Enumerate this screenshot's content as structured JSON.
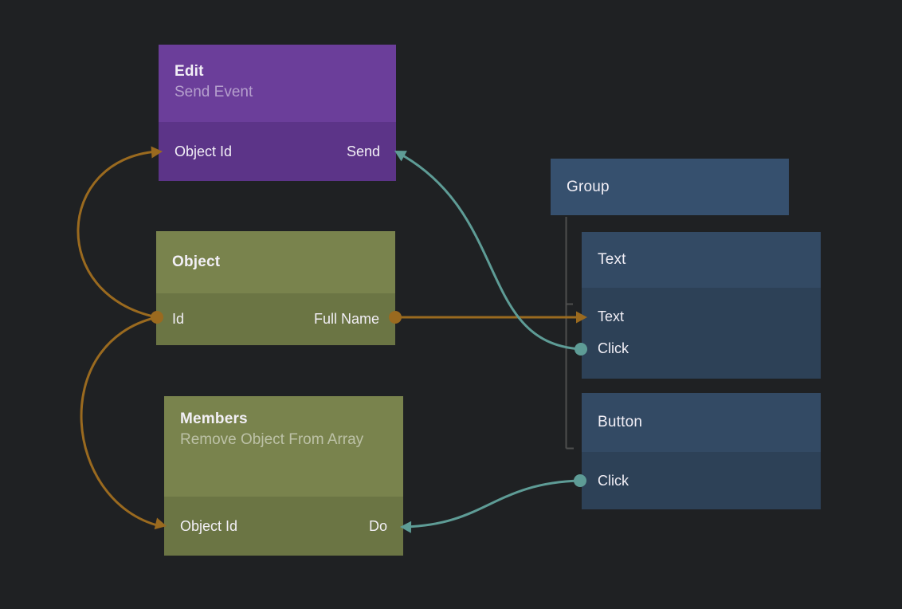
{
  "app": "node-graph-editor",
  "colors": {
    "background": "#1f2123",
    "edit_header": "#6b3e9a",
    "edit_body": "#5c3488",
    "olive_header": "#79834d",
    "olive_body": "#6b7544",
    "group_header": "#36506e",
    "blue_header": "#334a64",
    "blue_body": "#2d4157",
    "wire_data": "#9a6a1f",
    "wire_signal": "#5e9c96",
    "tree_line": "#4e4e4e",
    "title_text": "#f2eff6",
    "subtitle_text": "rgba(255,255,255,0.5)"
  },
  "nodes": {
    "edit": {
      "title": "Edit",
      "subtitle": "Send Event",
      "input": "Object Id",
      "output": "Send"
    },
    "object": {
      "title": "Object",
      "input": "Id",
      "output": "Full Name"
    },
    "members": {
      "title": "Members",
      "subtitle": "Remove Object From Array",
      "input": "Object Id",
      "output": "Do"
    },
    "group": {
      "title": "Group"
    },
    "text": {
      "title": "Text",
      "ports": [
        {
          "label": "Text"
        },
        {
          "label": "Click"
        }
      ]
    },
    "button": {
      "title": "Button",
      "ports": [
        {
          "label": "Click"
        }
      ]
    }
  },
  "connections": [
    {
      "from": "object.id",
      "to": "edit.object-id",
      "kind": "data"
    },
    {
      "from": "object.id",
      "to": "members.object-id",
      "kind": "data"
    },
    {
      "from": "object.full-name",
      "to": "text.text",
      "kind": "data"
    },
    {
      "from": "text.click",
      "to": "edit.send",
      "kind": "signal"
    },
    {
      "from": "button.click",
      "to": "members.do",
      "kind": "signal"
    }
  ]
}
